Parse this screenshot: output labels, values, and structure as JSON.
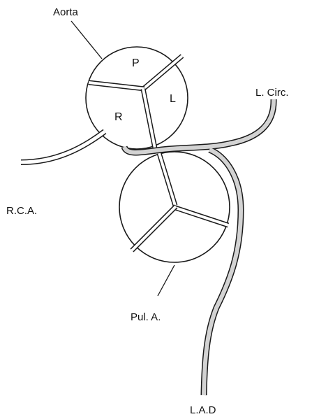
{
  "labels": {
    "aorta": "Aorta",
    "l_circ": "L. Circ.",
    "rca": "R.C.A.",
    "pul_a": "Pul. A.",
    "lad": "L.A.D"
  },
  "cusps": {
    "p": "P",
    "l": "L",
    "r": "R"
  },
  "colors": {
    "outline": "#1a1a1a",
    "vessel_fill": "#d3d3d3",
    "background": "#ffffff"
  }
}
